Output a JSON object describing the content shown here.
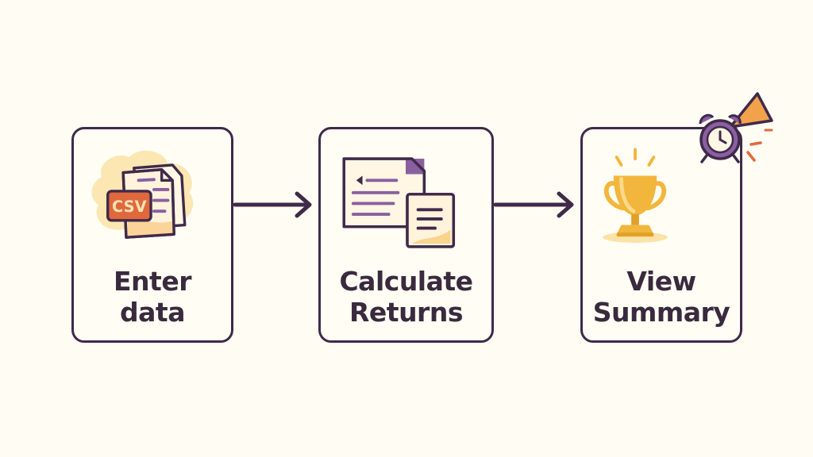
{
  "steps": [
    {
      "line1": "Enter",
      "line2": "data",
      "icon": "csv-document-icon",
      "badge": "CSV"
    },
    {
      "line1": "Calculate",
      "line2": "Returns",
      "icon": "documents-icon"
    },
    {
      "line1": "View",
      "line2": "Summary",
      "icon": "trophy-icon"
    }
  ],
  "colors": {
    "outline": "#3f2a4a",
    "background": "#fffdf3",
    "accent_purple": "#8a5fa0",
    "accent_orange": "#e0683c",
    "accent_gold": "#f2b63c",
    "accent_yellow": "#fbe2a6"
  }
}
